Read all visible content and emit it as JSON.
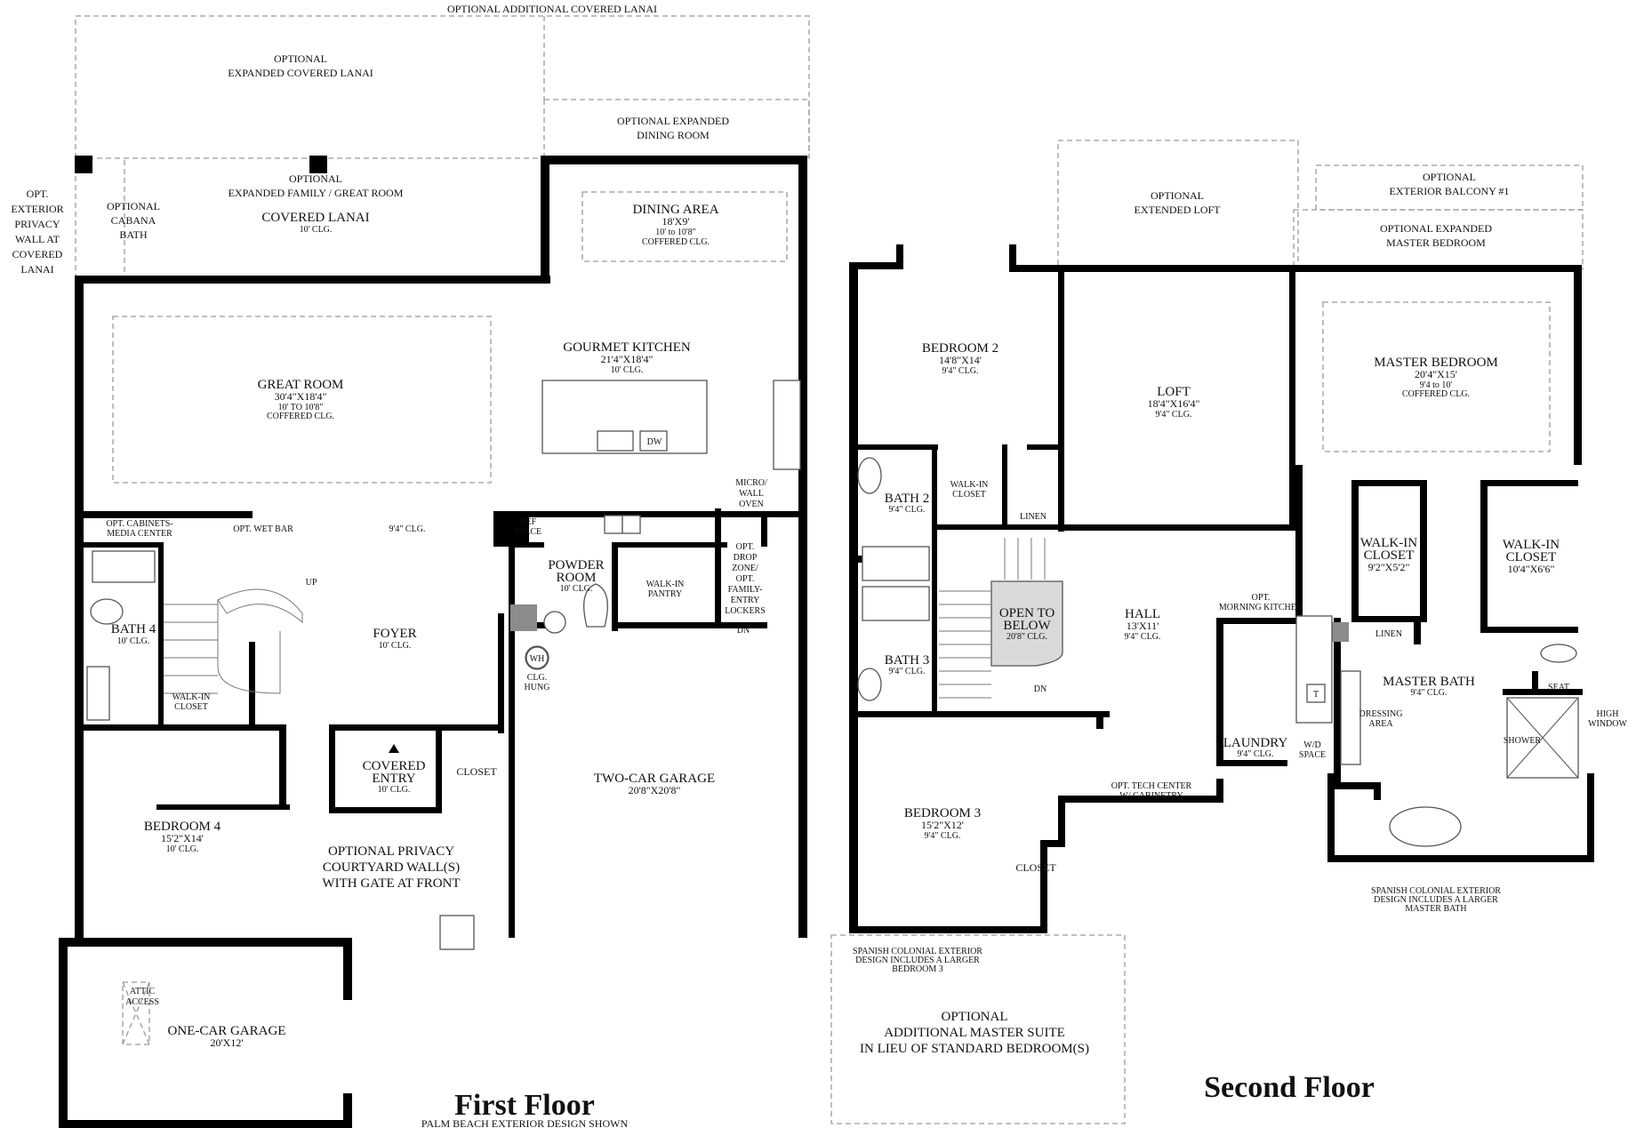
{
  "first_floor": {
    "title": "First Floor",
    "subtitle": "PALM BEACH EXTERIOR DESIGN SHOWN",
    "labels": {
      "opt_additional_covered_lanai": "OPTIONAL ADDITIONAL COVERED LANAI",
      "opt_expanded_covered_lanai_1": "OPTIONAL",
      "opt_expanded_covered_lanai_2": "EXPANDED COVERED LANAI",
      "opt_expanded_dining_1": "OPTIONAL EXPANDED",
      "opt_expanded_dining_2": "DINING ROOM",
      "privacy_wall_1": "OPT.",
      "privacy_wall_2": "EXTERIOR",
      "privacy_wall_3": "PRIVACY",
      "privacy_wall_4": "WALL AT",
      "privacy_wall_5": "COVERED",
      "privacy_wall_6": "LANAI",
      "cabana_1": "OPTIONAL",
      "cabana_2": "CABANA",
      "cabana_3": "BATH",
      "exp_family_1": "OPTIONAL",
      "exp_family_2": "EXPANDED  FAMILY / GREAT ROOM",
      "covered_lanai": "COVERED LANAI",
      "covered_lanai_clg": "10' CLG.",
      "dining_area": "DINING AREA",
      "dining_area_dim": "18'X9'",
      "dining_area_clg1": "10' to 10'8\"",
      "dining_area_clg2": "COFFERED CLG.",
      "great_room": "GREAT ROOM",
      "great_room_dim": "30'4\"X18'4\"",
      "great_room_clg1": "10' TO 10'8\"",
      "great_room_clg2": "COFFERED CLG.",
      "gourmet_kitchen": "GOURMET KITCHEN",
      "gourmet_kitchen_dim": "21'4\"X18'4\"",
      "gourmet_kitchen_clg": "10' CLG.",
      "dw": "DW",
      "micro_1": "MICRO/",
      "micro_2": "WALL",
      "micro_3": "OVEN",
      "opt_cabinets_1": "OPT. CABINETS-",
      "opt_cabinets_2": "MEDIA CENTER",
      "opt_wet_bar": "OPT. WET BAR",
      "hall_clg": "9'4\" CLG.",
      "ref_1": "REF",
      "ref_2": "SPACE",
      "powder_1": "POWDER",
      "powder_2": "ROOM",
      "powder_clg": "10' CLG.",
      "walkin_pantry_1": "WALK-IN",
      "walkin_pantry_2": "PANTRY",
      "drop_1": "OPT.",
      "drop_2": "DROP",
      "drop_3": "ZONE/",
      "drop_4": "OPT.",
      "drop_5": "FAMILY-",
      "drop_6": "ENTRY",
      "drop_7": "LOCKERS",
      "dn": "DN",
      "up": "UP",
      "bath4": "BATH 4",
      "bath4_clg": "10' CLG.",
      "foyer": "FOYER",
      "foyer_clg": "10' CLG.",
      "wh": "WH",
      "clg_hung_1": "CLG.",
      "clg_hung_2": "HUNG",
      "walkin_closet_1": "WALK-IN",
      "walkin_closet_2": "CLOSET",
      "covered_entry_1": "COVERED",
      "covered_entry_2": "ENTRY",
      "covered_entry_clg": "10' CLG.",
      "closet": "CLOSET",
      "two_car_garage": "TWO-CAR GARAGE",
      "two_car_garage_dim": "20'8\"X20'8\"",
      "bedroom4": "BEDROOM 4",
      "bedroom4_dim": "15'2\"X14'",
      "bedroom4_clg": "10' CLG.",
      "privacy_court_1": "OPTIONAL PRIVACY",
      "privacy_court_2": "COURTYARD WALL(S)",
      "privacy_court_3": "WITH GATE AT FRONT",
      "attic_1": "ATTIC",
      "attic_2": "ACCESS",
      "one_car_garage": "ONE-CAR GARAGE",
      "one_car_garage_dim": "20'X12'"
    }
  },
  "second_floor": {
    "title": "Second Floor",
    "labels": {
      "ext_loft_1": "OPTIONAL",
      "ext_loft_2": "EXTENDED LOFT",
      "balcony_1": "OPTIONAL",
      "balcony_2": "EXTERIOR BALCONY #1",
      "exp_master_1": "OPTIONAL EXPANDED",
      "exp_master_2": "MASTER BEDROOM",
      "bedroom2": "BEDROOM 2",
      "bedroom2_dim": "14'8\"X14'",
      "bedroom2_clg": "9'4\" CLG.",
      "loft": "LOFT",
      "loft_dim": "18'4\"X16'4\"",
      "loft_clg": "9'4\" CLG.",
      "master_bedroom": "MASTER BEDROOM",
      "master_bedroom_dim": "20'4\"X15'",
      "master_bedroom_clg1": "9'4 to 10'",
      "master_bedroom_clg2": "COFFERED CLG.",
      "bath2": "BATH 2",
      "bath2_clg": "9'4\" CLG.",
      "walkin_1": "WALK-IN",
      "walkin_2": "CLOSET",
      "linen": "LINEN",
      "mwic1_1": "WALK-IN",
      "mwic1_2": "CLOSET",
      "mwic1_dim": "9'2\"X5'2\"",
      "mwic2_1": "WALK-IN",
      "mwic2_2": "CLOSET",
      "mwic2_dim": "10'4\"X6'6\"",
      "open_below_1": "OPEN TO",
      "open_below_2": "BELOW",
      "open_below_clg": "20'8\" CLG.",
      "hall": "HALL",
      "hall_dim": "13'X11'",
      "hall_clg": "9'4\" CLG.",
      "morning_1": "OPT.",
      "morning_2": "MORNING KITCHEN",
      "bath3": "BATH 3",
      "bath3_clg": "9'4\" CLG.",
      "dn": "DN",
      "linen2": "LINEN",
      "master_bath": "MASTER BATH",
      "master_bath_clg": "9'4\" CLG.",
      "seat": "SEAT",
      "high_window_1": "HIGH",
      "high_window_2": "WINDOW",
      "dressing_1": "DRESSING",
      "dressing_2": "AREA",
      "shower": "SHOWER",
      "t": "T",
      "laundry": "LAUNDRY",
      "laundry_clg": "9'4\" CLG.",
      "wd_1": "W/D",
      "wd_2": "SPACE",
      "tech_1": "OPT. TECH CENTER",
      "tech_2": "W/ CABINETRY",
      "bedroom3": "BEDROOM 3",
      "bedroom3_dim": "15'2\"X12'",
      "bedroom3_clg": "9'4\" CLG.",
      "closet": "CLOSET",
      "spanish_mb_1": "SPANISH COLONIAL EXTERIOR",
      "spanish_mb_2": "DESIGN INCLUDES A LARGER",
      "spanish_mb_3": "MASTER BATH",
      "spanish_b3_1": "SPANISH COLONIAL EXTERIOR",
      "spanish_b3_2": "DESIGN INCLUDES A LARGER",
      "spanish_b3_3": "BEDROOM 3",
      "add_suite_1": "OPTIONAL",
      "add_suite_2": "ADDITIONAL MASTER SUITE",
      "add_suite_3": "IN LIEU OF STANDARD BEDROOM(S)"
    }
  }
}
